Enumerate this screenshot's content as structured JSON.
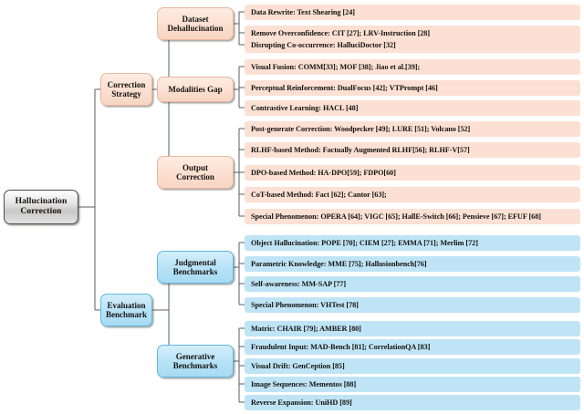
{
  "diagram": {
    "title": "Hallucination Correction taxonomy tree",
    "type": "tree",
    "colors": {
      "root_fill": "#d9d9d9",
      "branch_peach": "#fbdfd0",
      "branch_blue": "#b6e2f7",
      "leaf_peach": "#fbe0d3",
      "leaf_blue": "#bfe4f6",
      "connector": "#555f66"
    },
    "root": {
      "label": "Hallucination\nCorrection"
    },
    "branches": [
      {
        "label": "Correction\nStrategy",
        "theme": "peach",
        "children": [
          {
            "label": "Dataset\nDehallucination",
            "leaves": [
              "Data Rewrite: Text Shearing [24]",
              "Remove Overconfidence: CIT [27]; LRV-Instruction [28]",
              "Disrupting Co-occurrence: HalluciDoctor [32]"
            ]
          },
          {
            "label": "Modalities Gap",
            "leaves": [
              "Visual Fusion: COMM[33]; MOF [38]; Jiao et al.[39];",
              "Perceptual Reinforcement: DualFocus [42]; VTPrompt [46]",
              "Contrastive Learning: HACL [48]"
            ]
          },
          {
            "label": "Output\nCorrection",
            "leaves": [
              "Post-generate Correction: Woodpecker [49]; LURE [51]; Volcano [52]",
              "RLHF-based Method: Factually Augmented RLHF[56]; RLHF-V[57]",
              "DPO-based Method: HA-DPO[59]; FDPO[60]",
              "CoT-based Method: Fact [62]; Cantor [63];",
              "Special Phenomenon: OPERA [64]; VIGC [65]; HallE-Switch [66]; Pensieve [67]; EFUF [68]"
            ]
          }
        ]
      },
      {
        "label": "Evaluation\nBenchmark",
        "theme": "blue",
        "children": [
          {
            "label": "Judgmental\nBenchmarks",
            "leaves": [
              "Object Hallucination: POPE [70]; CIEM [27]; EMMA [71]; Merlim [72]",
              "Parametric Knowledge: MME [75]; Hallusionbench[76]",
              "Self-awareness: MM-SAP [77]",
              "Special Phenomenon: VHTest [78]"
            ]
          },
          {
            "label": "Generative\nBenchmarks",
            "leaves": [
              "Matric: CHAIR [79]; AMBER [80]",
              "Fraudulent Input: MAD-Bench [81]; CorrelationQA [83]",
              "Visual Drift: GenCeption [85]",
              "Image Sequences: Mementos [88]",
              "Reverse Expansion: UniHD [89]"
            ]
          }
        ]
      }
    ]
  }
}
